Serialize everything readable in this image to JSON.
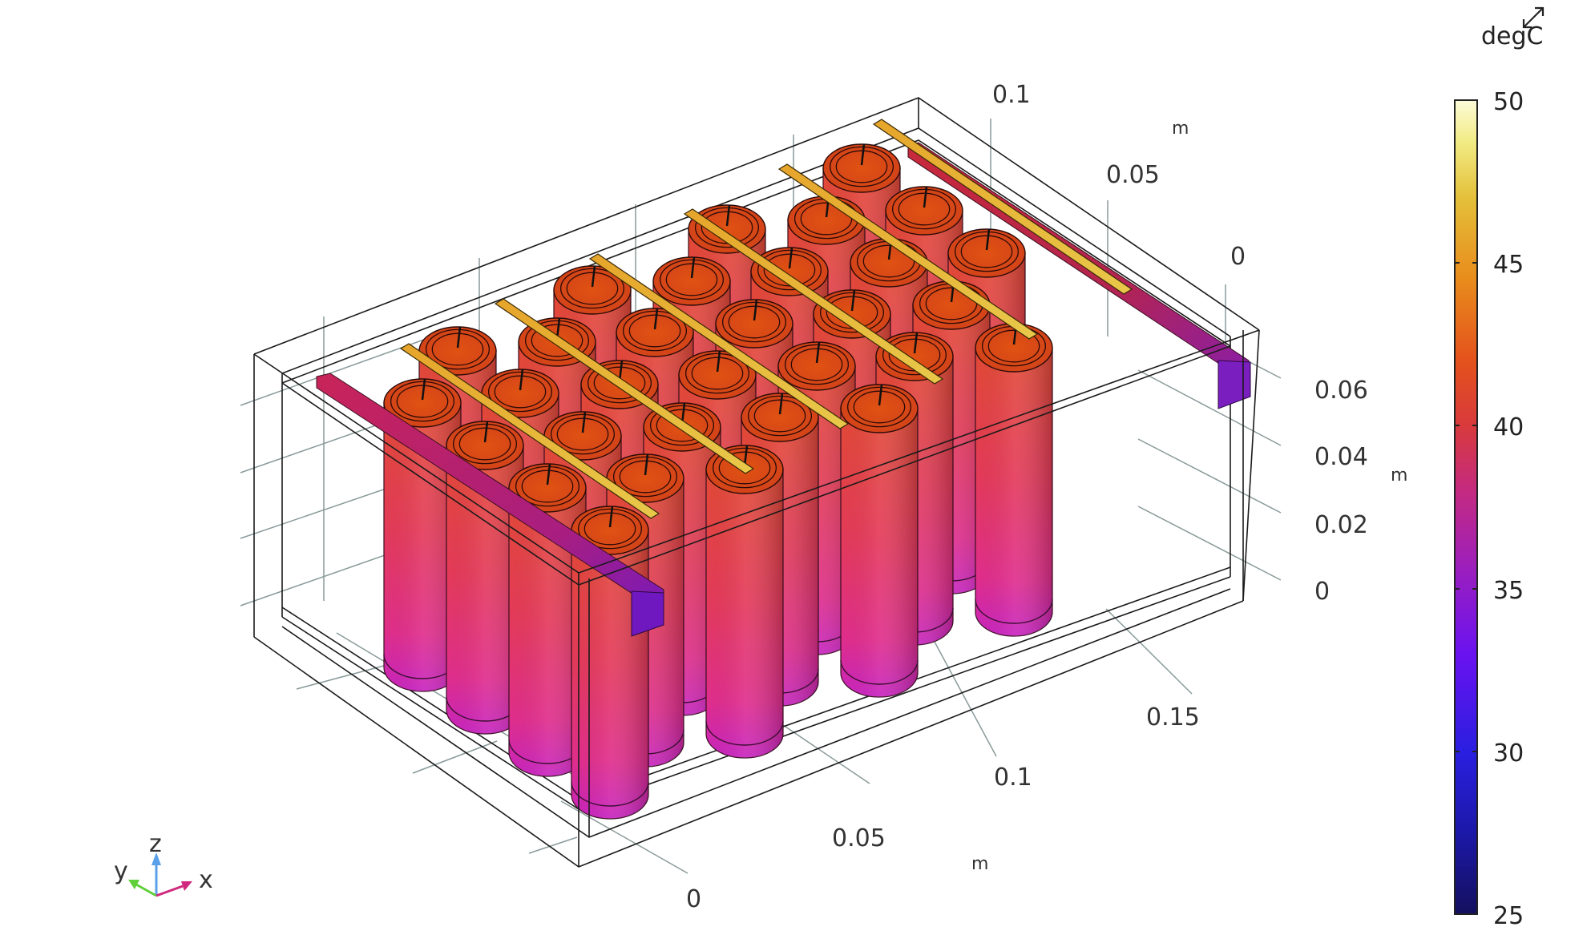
{
  "chart_data": {
    "type": "heatmap",
    "title": "",
    "description": "3D surface temperature plot of a battery pack: 30 cylindrical cells in a staggered array inside a box enclosure, with 6 bus bars and 2 end terminals",
    "colorbar": {
      "unit": "degC",
      "unit_visible_text": "degC",
      "min": 25,
      "max": 50,
      "ticks": [
        "25",
        "30",
        "35",
        "40",
        "45",
        "50"
      ],
      "colormap": "heat-camera",
      "stops": [
        "#14105e",
        "#2a1fd0",
        "#5a10ff",
        "#9a1ec8",
        "#c72a8a",
        "#dc3a3a",
        "#e8541a",
        "#e98a1c",
        "#e2b830",
        "#f3ec7a",
        "#fbfbd2"
      ]
    },
    "axes": {
      "x": {
        "label": "m",
        "ticks": [
          "0",
          "0.05",
          "0.1",
          "0.15"
        ]
      },
      "y": {
        "label": "m",
        "ticks": [
          "0.1",
          "0.05",
          "0"
        ]
      },
      "z": {
        "label": "m",
        "ticks": [
          "0.06",
          "0.04",
          "0.02",
          "0"
        ]
      }
    },
    "regions": [
      {
        "name": "cell tops",
        "approx_temp_degC": 41
      },
      {
        "name": "cell bottoms",
        "approx_temp_degC": 36
      },
      {
        "name": "bus bars",
        "approx_temp_degC": 46
      },
      {
        "name": "back terminal bar",
        "approx_temp_degC": 38
      },
      {
        "name": "front terminal bar",
        "approx_temp_degC": 36
      },
      {
        "name": "terminal tabs",
        "approx_temp_degC": 33
      }
    ],
    "cell_count": 30,
    "bus_bar_count": 6
  },
  "colorbar": {
    "unit_label": "degC",
    "tick_labels": [
      "50",
      "45",
      "40",
      "35",
      "30",
      "25"
    ]
  },
  "axes": {
    "y_ticks": [
      "0.1",
      "0.05",
      "0"
    ],
    "y_unit": "m",
    "z_ticks": [
      "0.06",
      "0.04",
      "0.02",
      "0"
    ],
    "z_unit": "m",
    "x_ticks": [
      "0.15",
      "0.1",
      "0.05",
      "0"
    ],
    "x_unit": "m"
  },
  "triad": {
    "x": "x",
    "y": "y",
    "z": "z"
  },
  "colors": {
    "x_axis": "#d0287c",
    "y_axis": "#5fcf3a",
    "z_axis": "#5aa0e8",
    "wireframe": "#1a1a1a",
    "grid": "#8a9a9a"
  },
  "toolbar": {
    "expand_icon": "expand-icon"
  }
}
